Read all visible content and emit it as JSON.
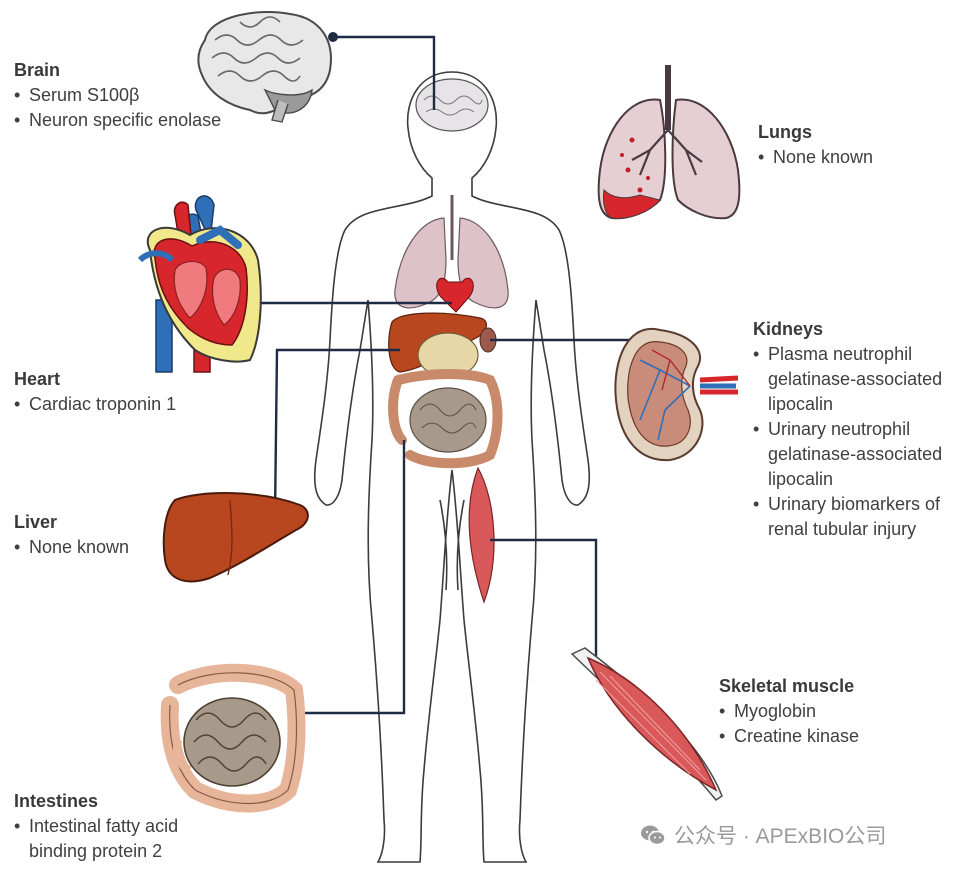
{
  "organs": {
    "brain": {
      "title": "Brain",
      "items": [
        "Serum S100β",
        "Neuron specific enolase"
      ]
    },
    "lungs": {
      "title": "Lungs",
      "items": [
        "None known"
      ]
    },
    "heart": {
      "title": "Heart",
      "items": [
        "Cardiac troponin 1"
      ]
    },
    "kidneys": {
      "title": "Kidneys",
      "items": [
        "Plasma neutrophil gelatinase-associated lipocalin",
        "Urinary neutrophil gelatinase-associated lipocalin",
        "Urinary biomarkers of renal tubular injury"
      ]
    },
    "liver": {
      "title": "Liver",
      "items": [
        "None known"
      ]
    },
    "skeletal_muscle": {
      "title": "Skeletal muscle",
      "items": [
        "Myoglobin",
        "Creatine kinase"
      ]
    },
    "intestines": {
      "title": "Intestines",
      "items": [
        "Intestinal fatty acid binding protein 2"
      ]
    }
  },
  "watermark": "公众号 · APExBIO公司",
  "colors": {
    "connector": "#1f2a44",
    "body_outline": "#3c3c3c",
    "heart_red": "#d7262c",
    "heart_blue": "#2e6fb7",
    "liver": "#b8471f",
    "lung": "#ddc3c8",
    "muscle": "#d9585a",
    "intestine": "#e7b59a"
  }
}
